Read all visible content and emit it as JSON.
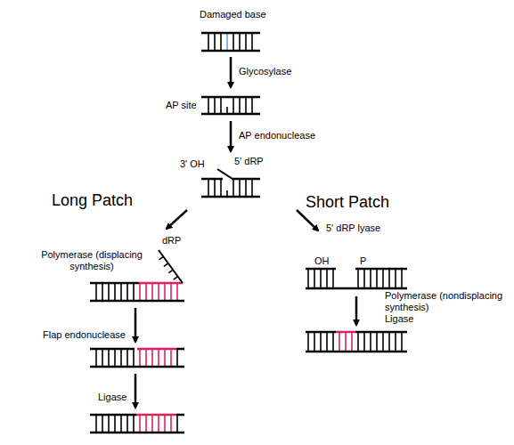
{
  "diagram": {
    "labels": [
      "Damaged base",
      "Glycosylase",
      "AP site",
      "AP endonuclease",
      "3' OH",
      "5' dRP",
      "Long Patch",
      "Short Patch",
      "dRP",
      "5' dRP lyase",
      "Polymerase (displacing synthesis)",
      "OH",
      "P",
      "Polymerase (nondisplacing synthesis)",
      "Ligase",
      "Flap endonuclease",
      "Ligase"
    ]
  }
}
